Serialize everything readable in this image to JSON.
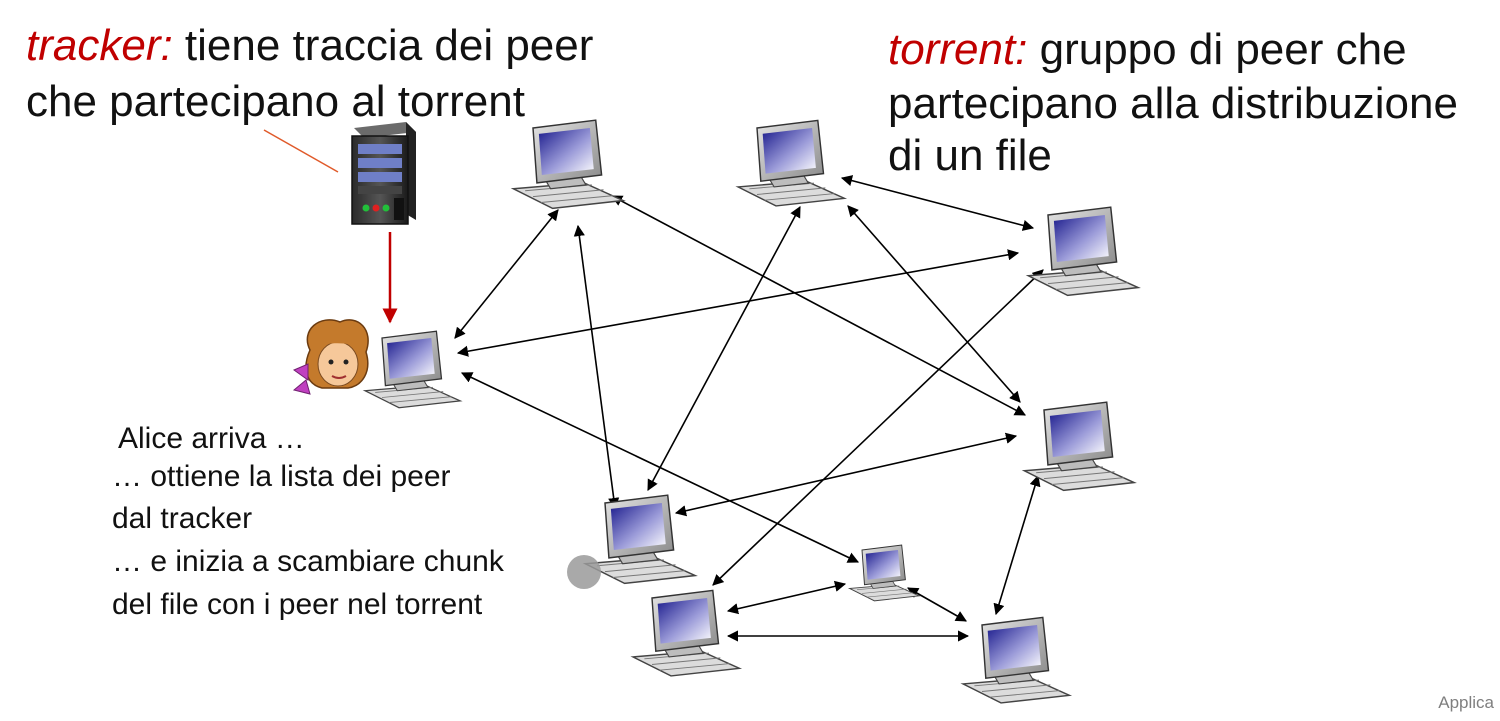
{
  "tracker_label": {
    "keyword": "tracker:",
    "rest": " tiene traccia dei peer",
    "line2": "che partecipano al torrent"
  },
  "torrent_label": {
    "keyword": "torrent:",
    "rest": " gruppo di peer che",
    "line2": "partecipano alla distribuzione",
    "line3": "di un file"
  },
  "alice_text": {
    "line1": "Alice arriva  …",
    "line2": " … ottiene la lista dei peer",
    "line3": " dal tracker",
    "line4": "… e inizia a scambiare chunk",
    "line5": "del file con i peer nel torrent"
  },
  "footer": "Applica",
  "colors": {
    "keyword": "#c00000",
    "tracker_arrow": "#c00000",
    "peer_arrows": "#000000"
  },
  "icons": [
    "server-icon",
    "computer-icon",
    "alice-face-icon"
  ]
}
